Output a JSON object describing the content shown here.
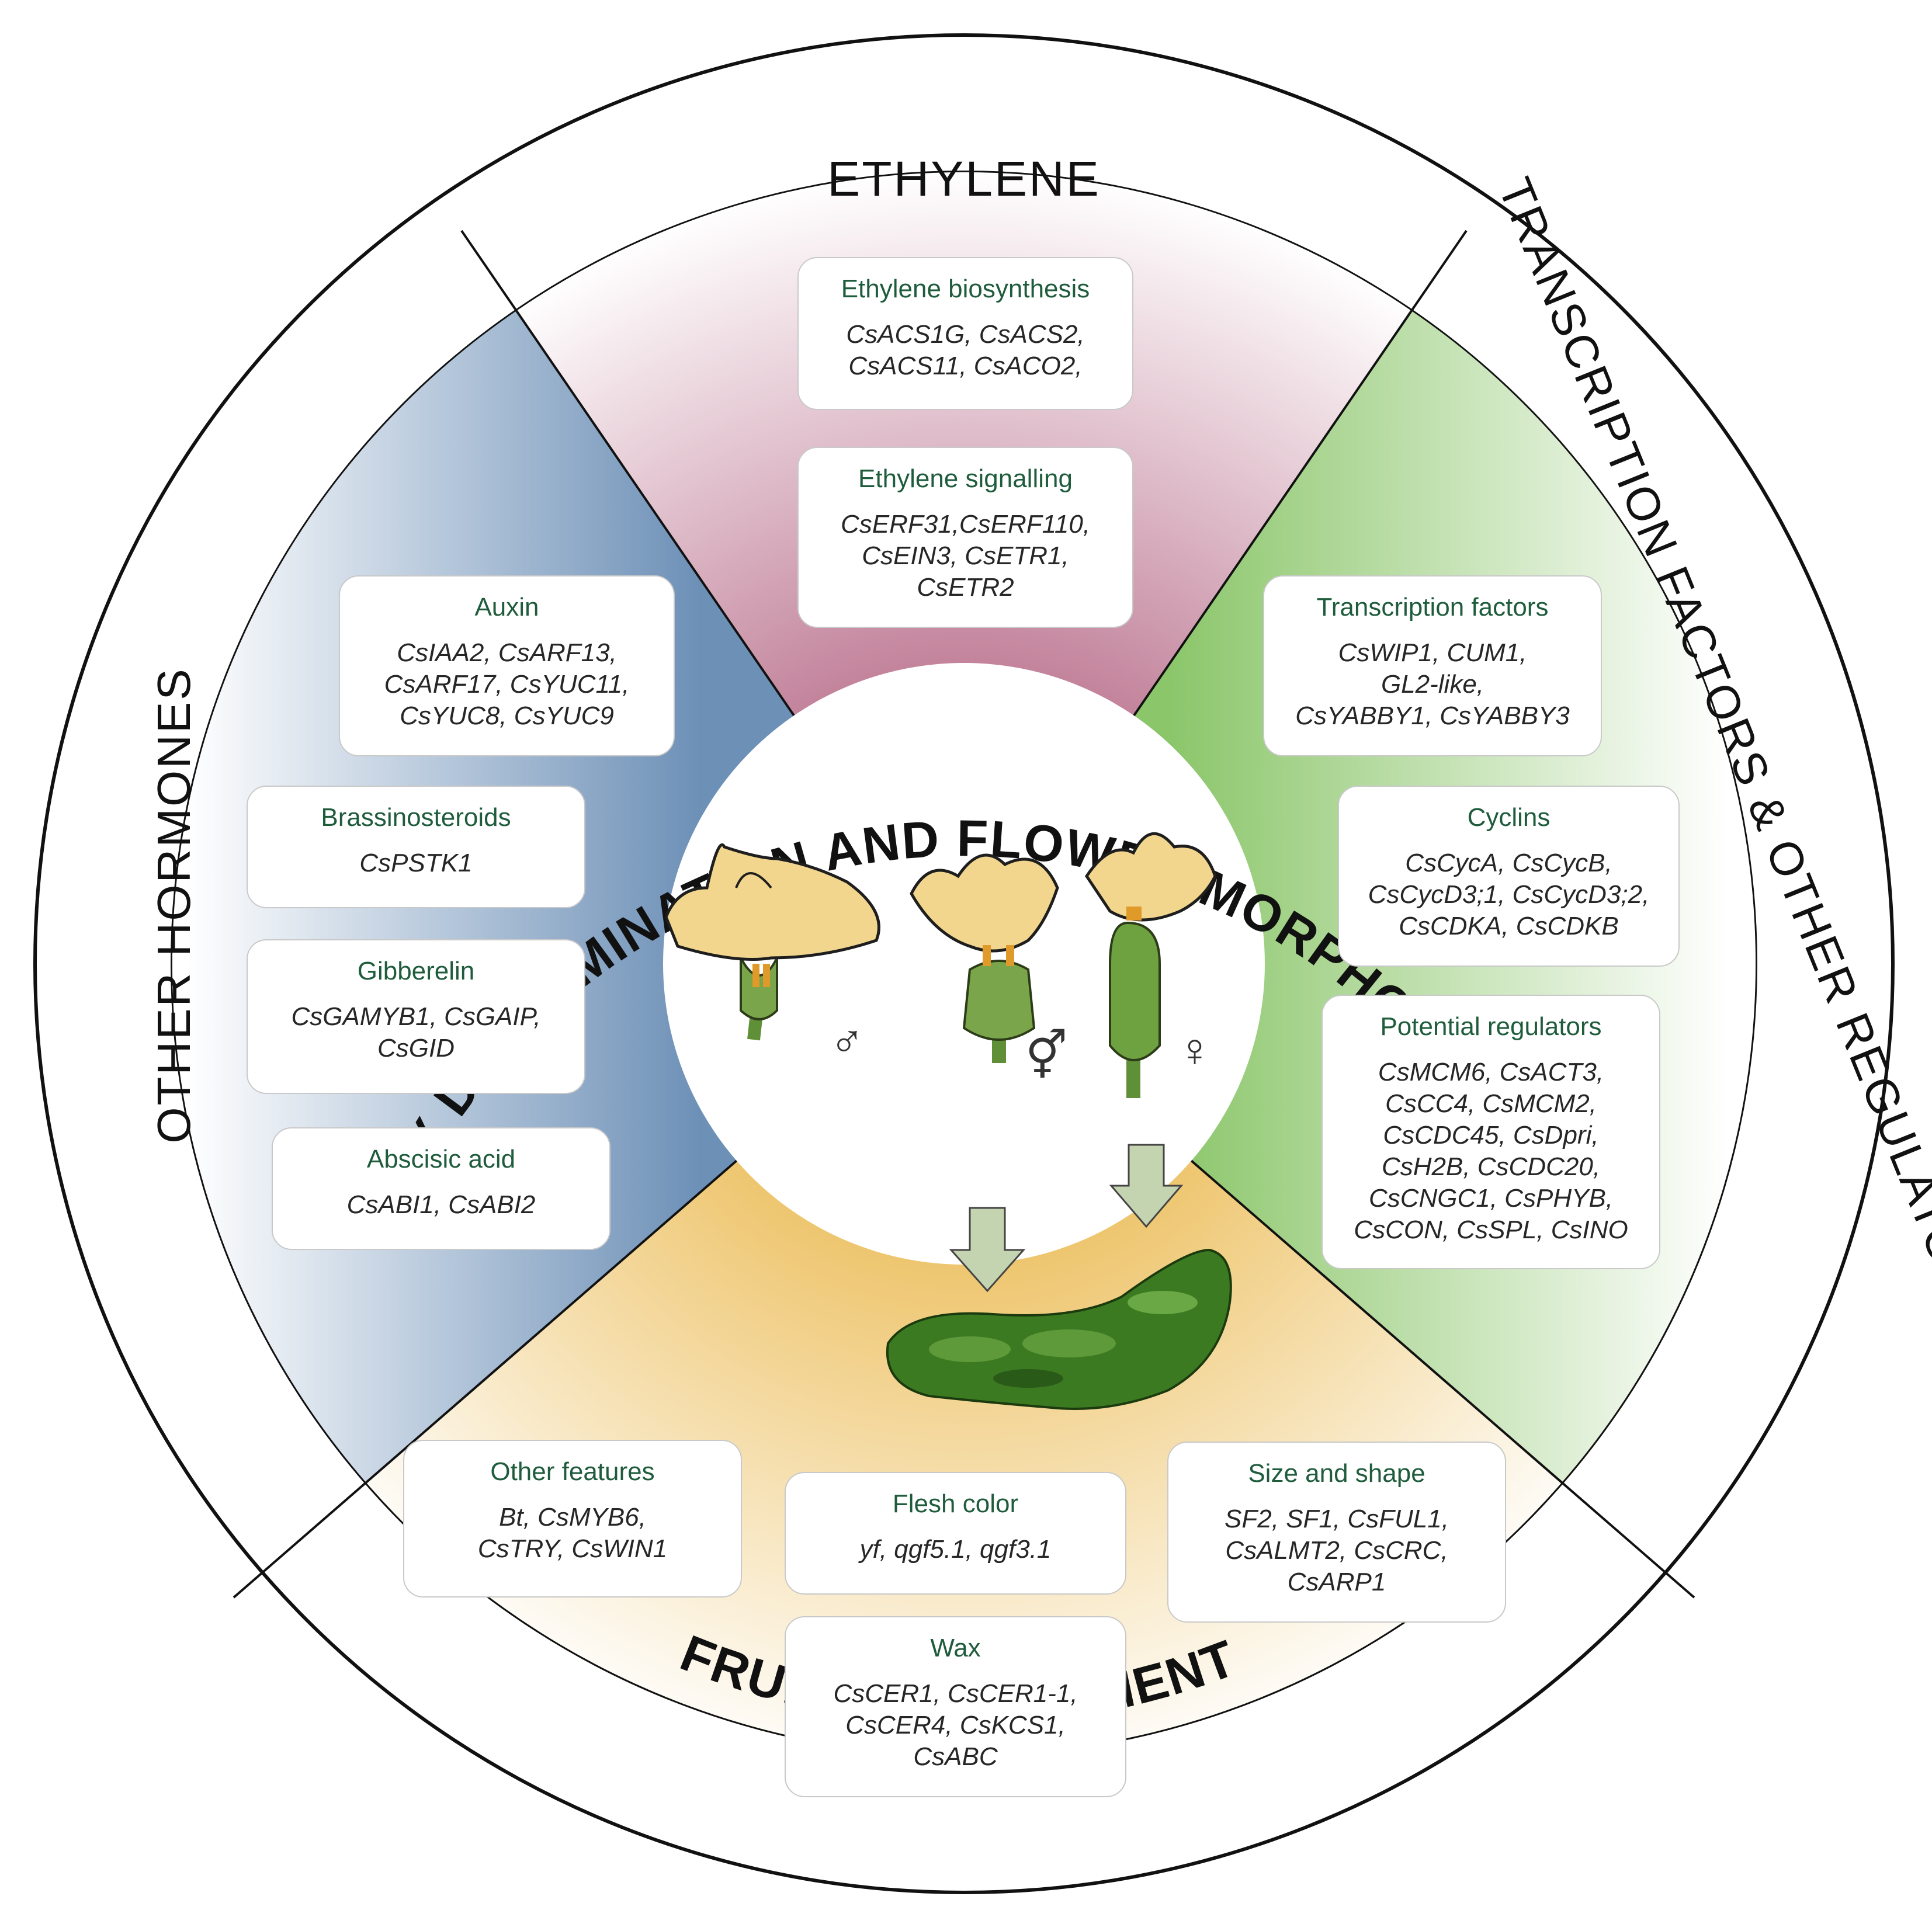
{
  "rings": {
    "top": "SEX DETERMINATION AND FLOWER MORPHOGENESIS",
    "bottom": "FRUIT DEVELOPMENT"
  },
  "sections": {
    "ethylene": "ETHYLENE",
    "other_hormones": "OTHER HORMONES",
    "tf_left": "TRANSCRIPTION FACTORS & OTHER REGULATORS"
  },
  "colors": {
    "ethylene": "#c98aa0",
    "hormones": "#7497bd",
    "regulators": "#8cc46e",
    "fruit": "#f0cd7a",
    "petal": "#f4d78f",
    "stem": "#6fa042",
    "arrow": "#c5d4b0",
    "fruit_body": "#3f7a23",
    "box_title": "#1f5c3c"
  },
  "symbols": {
    "male": "♂",
    "hermaphrodite": "⚥",
    "female": "♀"
  },
  "boxes": {
    "eth_bio": {
      "title": "Ethylene biosynthesis",
      "genes": [
        "CsACS1G, CsACS2,",
        "CsACS11, CsACO2,"
      ]
    },
    "eth_sig": {
      "title": "Ethylene signalling",
      "genes": [
        "CsERF31,CsERF110,",
        "CsEIN3, CsETR1,",
        "CsETR2"
      ]
    },
    "auxin": {
      "title": "Auxin",
      "genes": [
        "CsIAA2, CsARF13,",
        "CsARF17, CsYUC11,",
        "CsYUC8, CsYUC9"
      ]
    },
    "brassino": {
      "title": "Brassinosteroids",
      "genes": [
        "CsPSTK1"
      ]
    },
    "gibberelin": {
      "title": "Gibberelin",
      "genes": [
        "CsGAMYB1, CsGAIP,",
        "CsGID"
      ]
    },
    "abscisic": {
      "title": "Abscisic acid",
      "genes": [
        "CsABI1, CsABI2"
      ]
    },
    "tf": {
      "title": "Transcription factors",
      "genes": [
        "CsWIP1, CUM1,",
        "GL2-like,",
        "CsYABBY1, CsYABBY3"
      ]
    },
    "cyclins": {
      "title": "Cyclins",
      "genes": [
        "CsCycA, CsCycB,",
        "CsCycD3;1, CsCycD3;2,",
        "CsCDKA, CsCDKB"
      ]
    },
    "potential": {
      "title": "Potential regulators",
      "genes": [
        "CsMCM6, CsACT3,",
        "CsCC4, CsMCM2,",
        "CsCDC45, CsDpri,",
        "CsH2B, CsCDC20,",
        "CsCNGC1, CsPHYB,",
        "CsCON, CsSPL, CsINO"
      ]
    },
    "other_features": {
      "title": "Other features",
      "genes": [
        "Bt, CsMYB6,",
        "CsTRY, CsWIN1"
      ]
    },
    "flesh": {
      "title": "Flesh color",
      "genes": [
        "yf, qgf5.1, qgf3.1"
      ]
    },
    "size_shape": {
      "title": "Size and shape",
      "genes": [
        "SF2, SF1, CsFUL1,",
        "CsALMT2, CsCRC,",
        "CsARP1"
      ]
    },
    "wax": {
      "title": "Wax",
      "genes": [
        "CsCER1, CsCER1-1,",
        "CsCER4, CsKCS1,",
        "CsABC"
      ]
    }
  }
}
